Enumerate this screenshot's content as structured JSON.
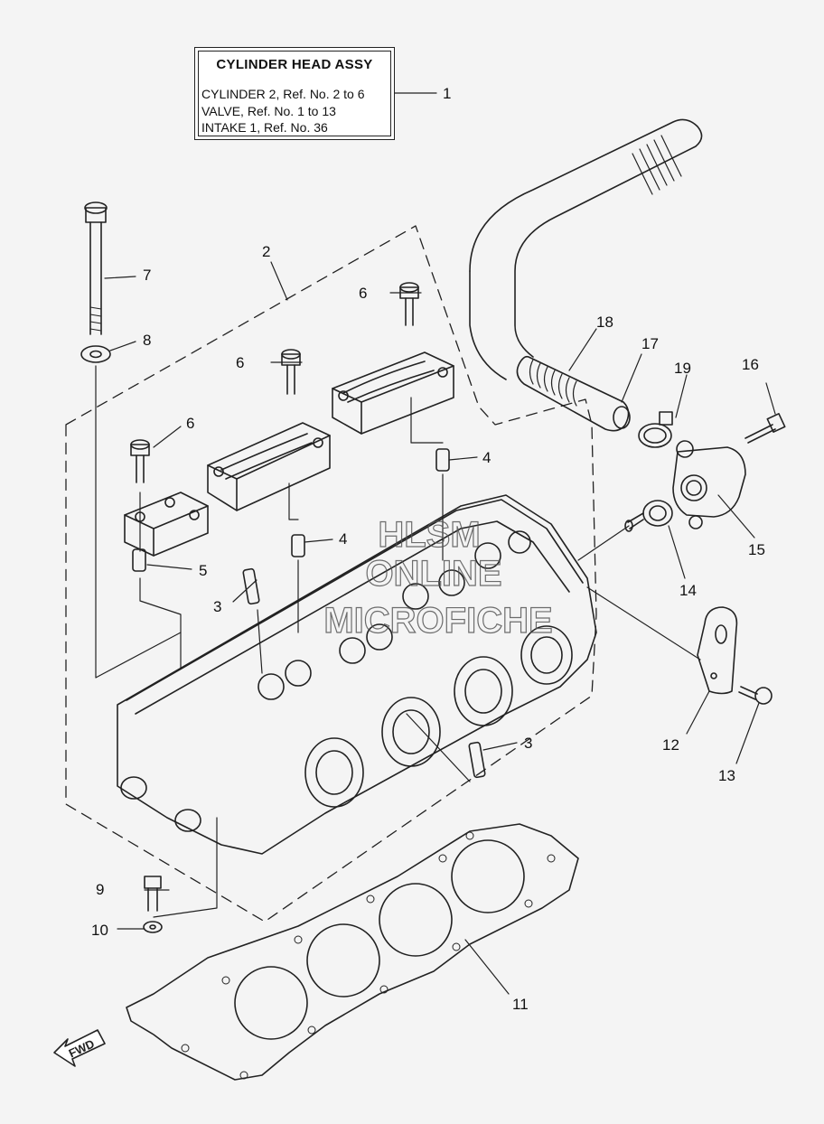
{
  "legend": {
    "title": "CYLINDER HEAD ASSY",
    "lines": [
      "CYLINDER 2, Ref. No. 2 to 6",
      "VALVE, Ref. No. 1 to 13",
      "INTAKE 1, Ref. No. 36"
    ]
  },
  "callouts": {
    "c1": "1",
    "c2": "2",
    "c3a": "3",
    "c3b": "3",
    "c4a": "4",
    "c4b": "4",
    "c5": "5",
    "c6a": "6",
    "c6b": "6",
    "c6c": "6",
    "c7": "7",
    "c8": "8",
    "c9": "9",
    "c10": "10",
    "c11": "11",
    "c12": "12",
    "c13": "13",
    "c14": "14",
    "c15": "15",
    "c16": "16",
    "c17": "17",
    "c18": "18",
    "c19": "19"
  },
  "fwd_label": "FWD",
  "watermark": [
    "HLSM",
    "ONLINE",
    "MICROFICHE"
  ]
}
